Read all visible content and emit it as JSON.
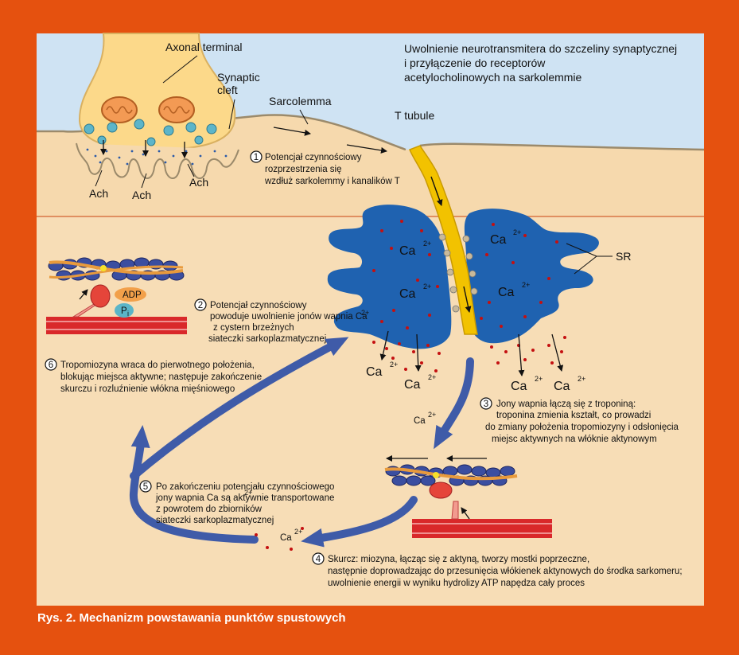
{
  "labels": {
    "axonal_terminal": "Axonal terminal",
    "synaptic_cleft_1": "Synaptic",
    "synaptic_cleft_2": "cleft",
    "sarcolemma": "Sarcolemma",
    "t_tubule": "T tubule",
    "sr": "SR",
    "ach": "Ach",
    "adp": "ADP",
    "p": "P",
    "p_sub": "i",
    "ca": "Ca",
    "ca_sup": "2+"
  },
  "header": {
    "line1": "Uwolnienie neurotransmitera do szczeliny synaptycznej",
    "line2": "i przyłączenie do receptorów",
    "line3": "acetylocholinowych na sarkolemmie"
  },
  "steps": [
    {
      "num": "1",
      "lines": [
        "Potencjał czynnościowy",
        "rozprzestrzenia się",
        "wzdłuż sarkolemmy i kanalików T"
      ]
    },
    {
      "num": "2",
      "lines": [
        "Potencjał czynnościowy",
        "powoduje uwolnienie jonów wapnia Ca",
        "z cystern brzeżnych",
        "siateczki sarkoplazmatycznej"
      ],
      "sup": "2+"
    },
    {
      "num": "3",
      "lines": [
        "Jony wapnia łączą się z troponiną:",
        "troponina zmienia kształt, co prowadzi",
        "do zmiany położenia tropomiozyny i odsłonięcia",
        "miejsc aktywnych na włóknie aktynowym"
      ]
    },
    {
      "num": "4",
      "lines": [
        "Skurcz: miozyna, łącząc się z aktyną, tworzy mostki poprzeczne,",
        "następnie doprowadzając do przesunięcia włókienek aktynowych do środka sarkomeru;",
        "uwolnienie energii w wyniku hydrolizy ATP napędza cały proces"
      ]
    },
    {
      "num": "5",
      "lines": [
        "Po zakończeniu potencjału czynnościowego",
        "jony wapnia Ca   są aktywnie transportowane",
        "z powrotem do zbiorników",
        "siateczki sarkoplazmatycznej"
      ],
      "sup": "2+"
    },
    {
      "num": "6",
      "lines": [
        "Tropomiozyna wraca do pierwotnego położenia,",
        "blokując miejsca aktywne; następuje zakończenie",
        "skurczu i rozluźnienie włókna mięśniowego"
      ]
    }
  ],
  "caption": "Rys. 2. Mechanizm powstawania punktów spustowych",
  "colors": {
    "frame": "#e5510f",
    "sky": "#cfe3f3",
    "tissue": "#f6d9ad",
    "cytoplasm": "#f7ddb6",
    "sr_blue": "#1f62b0",
    "t_tubule": "#f2c200",
    "arrow_blue": "#3f5ba8",
    "calcium_red": "#c41010"
  }
}
